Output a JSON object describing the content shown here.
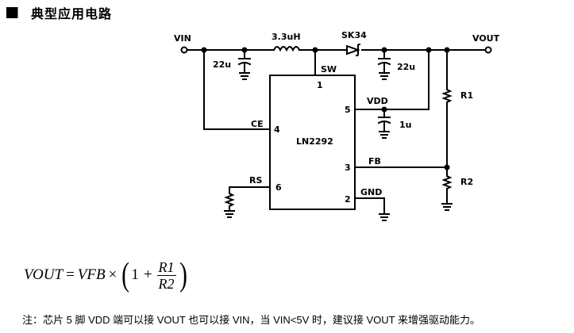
{
  "heading": {
    "icon": "black-square-bullet",
    "title": "典型应用电路"
  },
  "schematic": {
    "chip": {
      "name": "LN2292"
    },
    "nets": {
      "vin": "VIN",
      "vout": "VOUT"
    },
    "components": {
      "inductor": "3.3uH",
      "diode": "SK34",
      "cin": "22u",
      "cout": "22u",
      "cvdd": "1u",
      "r1": "R1",
      "r2": "R2"
    },
    "pins": [
      {
        "num": "1",
        "name": "SW"
      },
      {
        "num": "2",
        "name": "GND"
      },
      {
        "num": "3",
        "name": "FB"
      },
      {
        "num": "4",
        "name": "CE"
      },
      {
        "num": "5",
        "name": "VDD"
      },
      {
        "num": "6",
        "name": "RS"
      }
    ]
  },
  "formula": {
    "lhs": "VOUT",
    "eq": "=",
    "vfb": "VFB",
    "times": "×",
    "lparen": "(",
    "one": "1",
    "plus": "+",
    "num": "R1",
    "den": "R2",
    "rparen": ")"
  },
  "note": "注：芯片 5 脚 VDD 端可以接 VOUT 也可以接 VIN，当 VIN<5V 时，建议接 VOUT 来增强驱动能力。"
}
